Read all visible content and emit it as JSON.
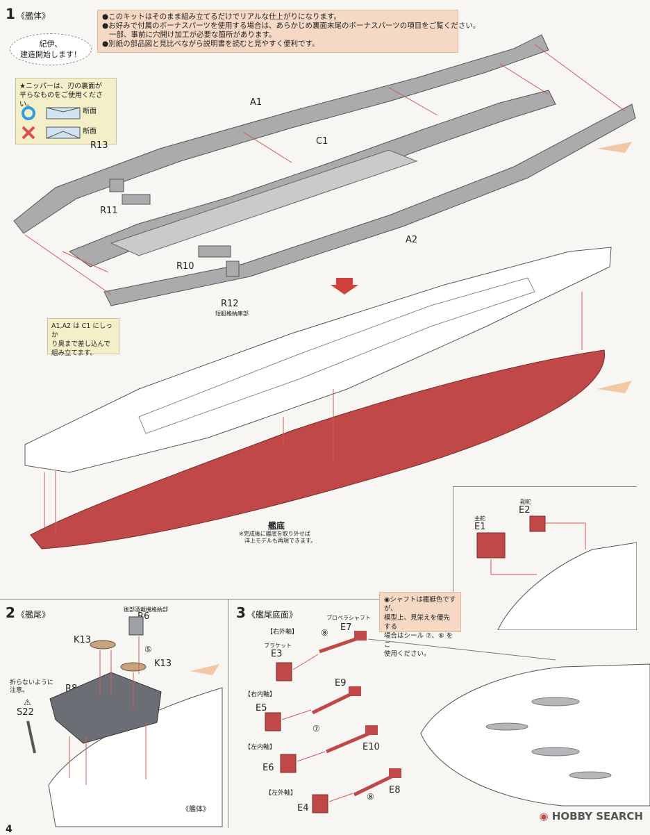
{
  "step1": {
    "number": "1",
    "title": "《艦体》",
    "notes": [
      "●このキットはそのまま組み立てるだけでリアルな仕上がりになります。",
      "●お好みで付属のボーナスパーツを使用する場合は、あらかじめ裏面末尾のボーナスパーツの項目をご覧ください。",
      "一部、事前に穴開け加工が必要な箇所があります。",
      "●別紙の部品図と見比べながら説明書を読むと見やすく便利です。"
    ],
    "bubble": [
      "紀伊、",
      "建造開始します！"
    ],
    "nipper": {
      "text": [
        "★ニッパーは、刃の裏面が",
        "平らなものをご使用ください。"
      ],
      "ok_label": "断面",
      "ng_label": "断面"
    },
    "labels": {
      "a1": "A1",
      "c1": "C1",
      "a2": "A2",
      "r13": "R13",
      "r11": "R11",
      "r10": "R10",
      "r12": "R12"
    },
    "r12_note": "短艇格納庫部",
    "assembly_note": [
      "A1,A2 は C1 にしっか",
      "り奥まで差し込んで",
      "組み立てます。"
    ],
    "hull_bottom": {
      "label": "艦底",
      "note": [
        "※完成後に艦底を取り外せば",
        "洋上モデルも再現できます。"
      ]
    },
    "rudder": {
      "main_label": "主舵",
      "main_part": "E1",
      "sub_label": "副舵",
      "sub_part": "E2"
    },
    "shaft_note": [
      "◉シャフトは艦艇色ですが、",
      "模型上、見栄えを優先する",
      "場合はシール ⑦、⑧ をご",
      "使用ください。"
    ]
  },
  "step2": {
    "number": "2",
    "title": "《艦尾》",
    "r6_note": "後部酒載機格納部",
    "labels": {
      "r6": "R6",
      "k13a": "K13",
      "k13b": "K13",
      "seal5": "⑤",
      "r8": "R8",
      "s22": "S22"
    },
    "warning": [
      "折らないように",
      "注意。"
    ],
    "bottom_label": "《艦体》"
  },
  "step3": {
    "number": "3",
    "title": "《艦尾底面》",
    "groups": {
      "right_outer": "【右外軸】",
      "right_inner": "【右内軸】",
      "left_inner": "【左内軸】",
      "left_outer": "【左外軸】"
    },
    "labels": {
      "propeller_shaft": "プロペラシャフト",
      "bracket": "ブラケット",
      "e7": "E7",
      "e3": "E3",
      "e9": "E9",
      "e5": "E5",
      "e10": "E10",
      "e6": "E6",
      "e8": "E8",
      "e4": "E4",
      "seal8a": "⑧",
      "seal7": "⑦",
      "seal8b": "⑧"
    }
  },
  "footer": {
    "watermark": "HOBBY SEARCH",
    "next_step": "4"
  },
  "colors": {
    "red_part": "#c04848",
    "gray_part": "#a9abad",
    "note_bg": "#f6d9c4",
    "cream_bg": "#f3efc8"
  }
}
